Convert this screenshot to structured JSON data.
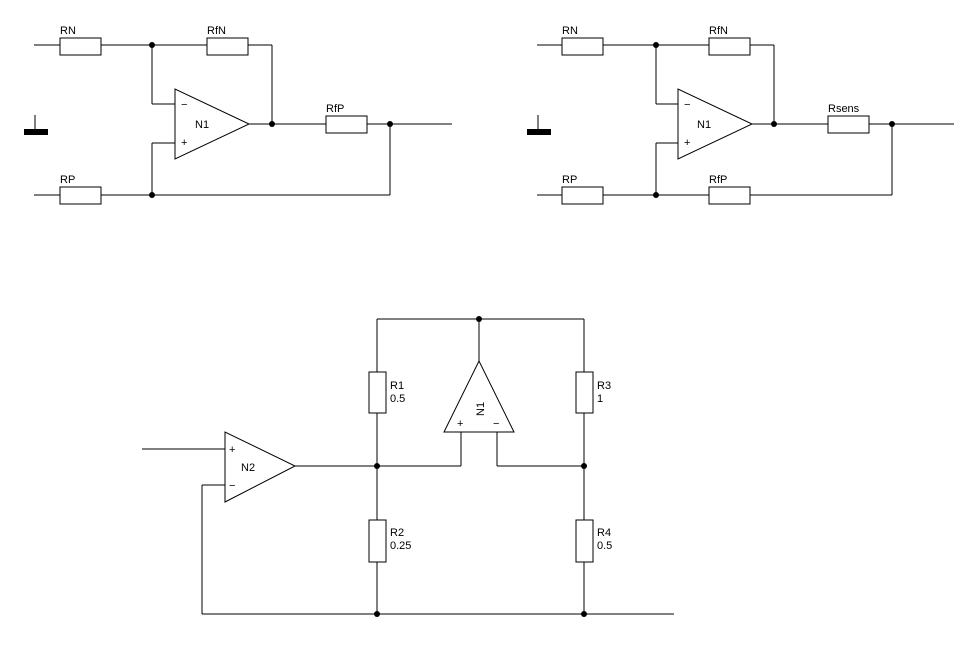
{
  "circuit_a": {
    "rn": "RN",
    "rfn": "RfN",
    "rfp": "RfP",
    "rp": "RP",
    "opamp": "N1",
    "minus": "−",
    "plus": "+"
  },
  "circuit_b": {
    "rn": "RN",
    "rfn": "RfN",
    "rsens": "Rsens",
    "rp": "RP",
    "rfp": "RfP",
    "opamp": "N1",
    "minus": "−",
    "plus": "+"
  },
  "circuit_c": {
    "n2": "N2",
    "n2_plus": "+",
    "n2_minus": "−",
    "n1": "N1",
    "n1_plus": "+",
    "n1_minus": "−",
    "r1": {
      "name": "R1",
      "value": "0.5"
    },
    "r2": {
      "name": "R2",
      "value": "0.25"
    },
    "r3": {
      "name": "R3",
      "value": "1"
    },
    "r4": {
      "name": "R4",
      "value": "0.5"
    }
  }
}
